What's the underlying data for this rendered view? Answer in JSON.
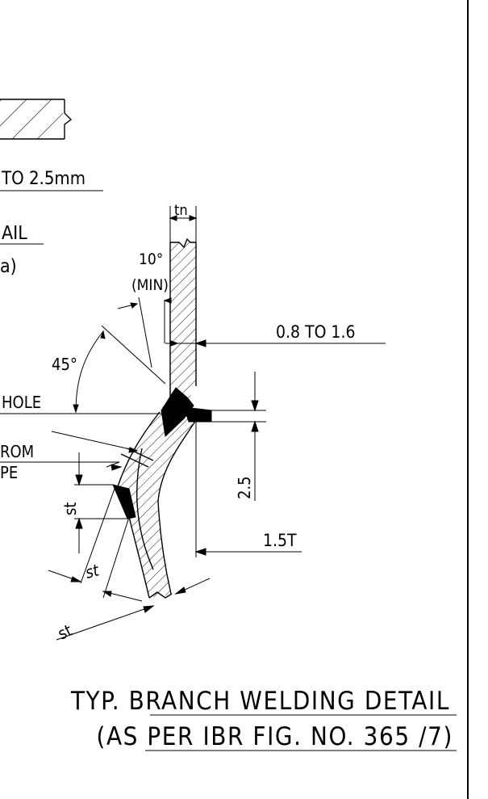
{
  "labels": {
    "gap_text": "TO 2.5mm",
    "detail_a_title": "AIL",
    "detail_a_sub": "a)",
    "tn": "tn",
    "angle_10": "10°",
    "angle_min": "(MIN)",
    "dim_08_16": "0.8 TO 1.6",
    "angle_45": "45°",
    "hole": "HOLE",
    "from": "ROM",
    "pe": "PE",
    "st_vertical": "st",
    "st_slanted": "st",
    "st_lower": "st",
    "dim_25": "2.5",
    "dim_15t": "1.5T"
  },
  "title": {
    "line1": "TYP. BRANCH WELDING DETAIL",
    "line2": "(AS PER IBR FIG. NO. 365 /7)"
  }
}
